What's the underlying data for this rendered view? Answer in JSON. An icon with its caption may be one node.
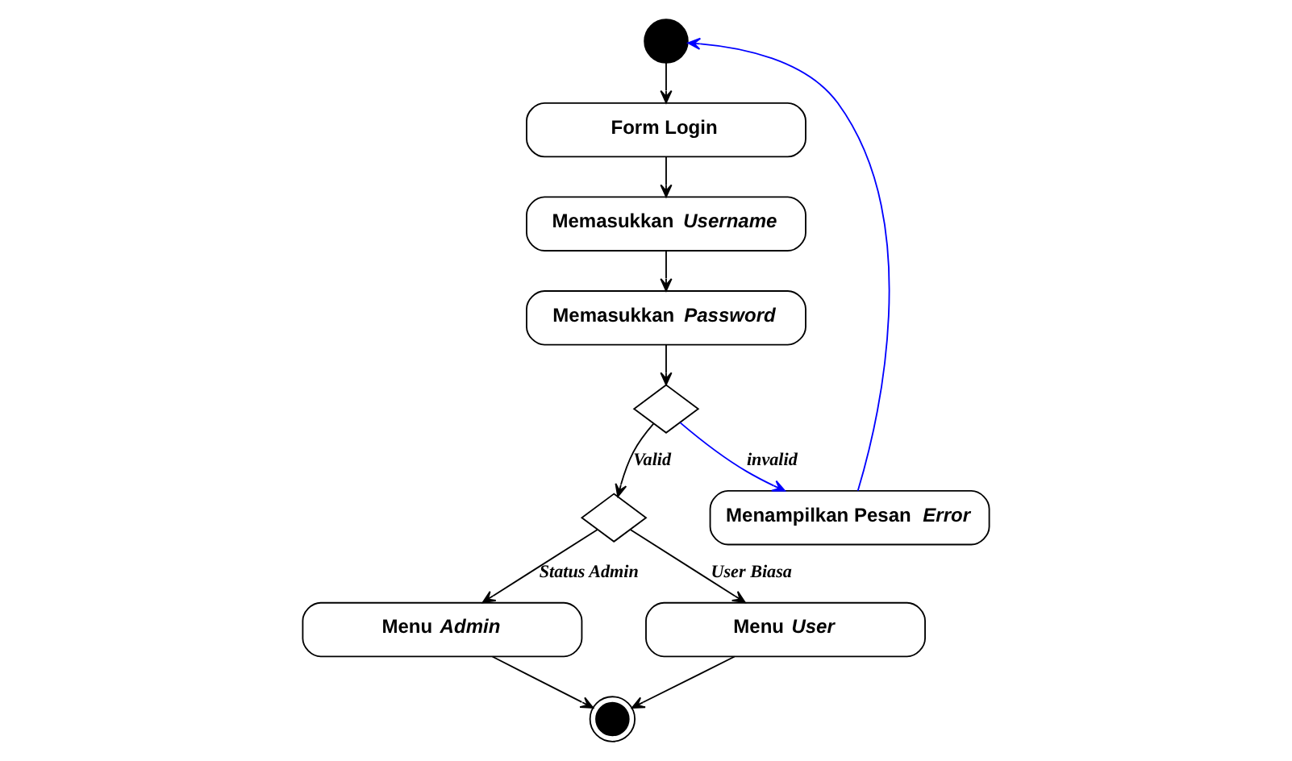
{
  "diagram": {
    "nodes": [
      {
        "text": [],
        "shape": "circle"
      },
      {
        "text": [
          "Form Login"
        ]
      },
      {
        "text": [
          "Memasukkan *Username*"
        ]
      },
      {
        "text": [
          "Memasukkan *Password*"
        ]
      },
      {
        "text": [],
        "shape": "diamond"
      },
      {
        "text": [],
        "shape": "diamond"
      },
      {
        "text": [
          "Menampilkan Pesan *Error*"
        ]
      },
      {
        "text": [
          "Menu *Admin*"
        ]
      },
      {
        "text": [
          "Menu *User*"
        ]
      },
      {
        "text": [],
        "shape": "circle"
      }
    ],
    "edges": [
      {
        "from": 0,
        "to": 1,
        "arrow": "to"
      },
      {
        "from": 1,
        "to": 2,
        "arrow": "to"
      },
      {
        "from": 2,
        "to": 3,
        "arrow": "to"
      },
      {
        "from": 3,
        "to": 4,
        "arrow": "to"
      },
      {
        "from": 4,
        "to": 5,
        "arrow": "to",
        "label": "Valid"
      },
      {
        "from": 4,
        "to": 6,
        "arrow": "to",
        "label": "invalid",
        "color": "#0000ff"
      },
      {
        "from": 6,
        "to": 0,
        "arrow": "to",
        "color": "#0000ff"
      },
      {
        "from": 5,
        "to": 7,
        "arrow": "to",
        "label": "Status Admin"
      },
      {
        "from": 5,
        "to": 8,
        "arrow": "to",
        "label": "User Biasa"
      },
      {
        "from": 7,
        "to": 9,
        "arrow": "to"
      },
      {
        "from": 8,
        "to": 9,
        "arrow": "to"
      }
    ]
  }
}
